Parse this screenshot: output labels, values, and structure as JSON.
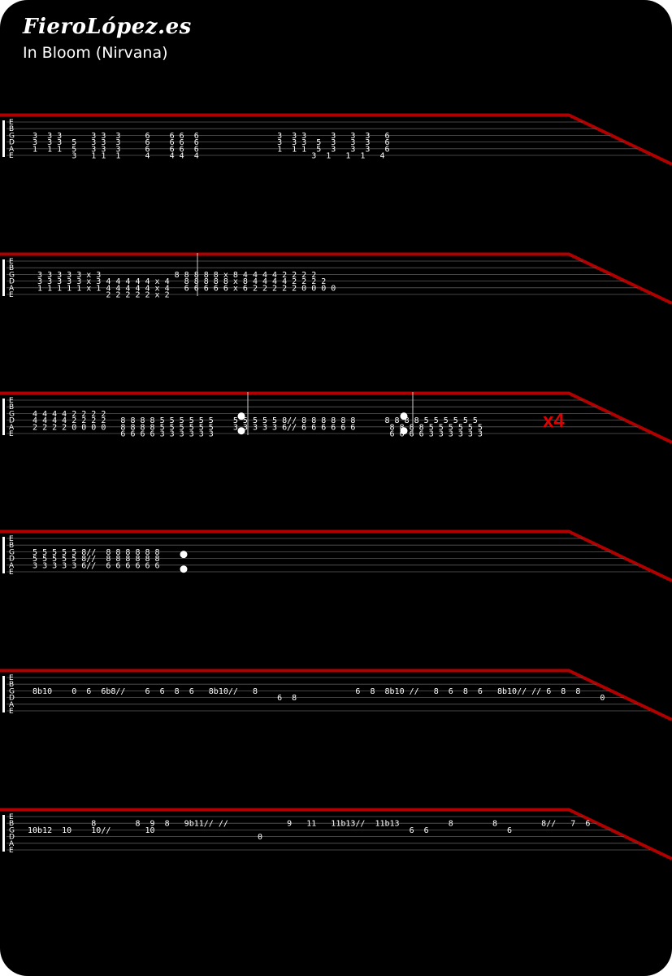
{
  "header": {
    "logo": "FieroLópez.es",
    "song_title": "In Bloom (Nirvana)"
  },
  "colors": {
    "background": "#000000",
    "accent": "#b00000",
    "repeat": "#e00000",
    "staff": "#5a5a5a"
  },
  "strings": [
    "E",
    "B",
    "G",
    "D",
    "A",
    "E"
  ],
  "systems": [
    {
      "rows": [
        "",
        "",
        "  3  3 3      3 3  3     6    6 6  6                3  3 3     3   3  3   6",
        "  3  3 3  5   3 3  3     6    6 6  6                3  3 3  5  3   3  3   6",
        "  1  1 1  5   3 3  3     6    6 6  6                1  1 1  5  3   3  3   6",
        "          3   1 1  1     4    4 4  4                       3  1   1  1   4"
      ],
      "bars": [],
      "repeat_dots": [],
      "repeat_count": ""
    },
    {
      "rows": [
        "",
        "",
        "   3 3 3 3 3 x 3           |   8 8 8 8 8 x 8 4 4 4 4 2 2 2 2",
        "   3 3 3 3 3 x 3 4 4 4 4 4 x 4|  8 8 8 8 8 x 8 4 4 4 4 2 2 2 2",
        "   1 1 1 1 1 x 1 4 4 4 4 4 x 4|  6 6 6 6 6 x 6 2 2 2 2 2 0 0 0 0",
        "                 2 2 2 2 2 x 2"
      ],
      "bars": [
        243
      ],
      "repeat_dots": [],
      "repeat_count": ""
    },
    {
      "rows": [
        "",
        "",
        "  4 4 4 4 2 2 2 2",
        "  4 4 4 4 2 2 2 2   8 8 8 8 5 5 5 5 5 5    5 5 5 5 5 8// 8 8 8 8 8 8      8 8 8 8 5 5 5 5 5 5",
        "  2 2 2 2 0 0 0 0   8 8 8 8 5 5 5 5 5 5    3 3 3 3 3 6// 6 6 6 6 6 6       8 8 8 8 5 5 5 5 5 5",
        "                    6 6 6 6 3 3 3 3 3 3                                    6 6 6 6 3 3 3 3 3 3"
      ],
      "bars": [
        305,
        508
      ],
      "repeat_dots": [
        297,
        497
      ],
      "repeat_count": "x4"
    },
    {
      "rows": [
        "",
        "",
        "  5 5 5 5 5 8//  8 8 8 8 8 8",
        "  5 5 5 5 5 8//  8 8 8 8 8 8",
        "  3 3 3 3 3 6//  6 6 6 6 6 6",
        ""
      ],
      "bars": [],
      "repeat_dots": [
        226
      ],
      "repeat_count": ""
    },
    {
      "rows": [
        "",
        "",
        "  8b10    0  6  6b8//    6  6  8  6   8b10//   8                    6  8  8b10 //   8  6  8  6   8b10// // 6  8  8",
        "                                                    6  8                                                              0",
        "",
        ""
      ],
      "bars": [],
      "repeat_dots": [],
      "repeat_count": ""
    },
    {
      "rows": [
        "",
        "              8        8  9  8   9b11// //            9   11   11b13//  11b13          8        8         8//   7  6",
        " 10b12  10    10//       10                                                    6  6                6",
        "                                                0",
        "",
        ""
      ],
      "bars": [],
      "repeat_dots": [],
      "repeat_count": ""
    }
  ]
}
